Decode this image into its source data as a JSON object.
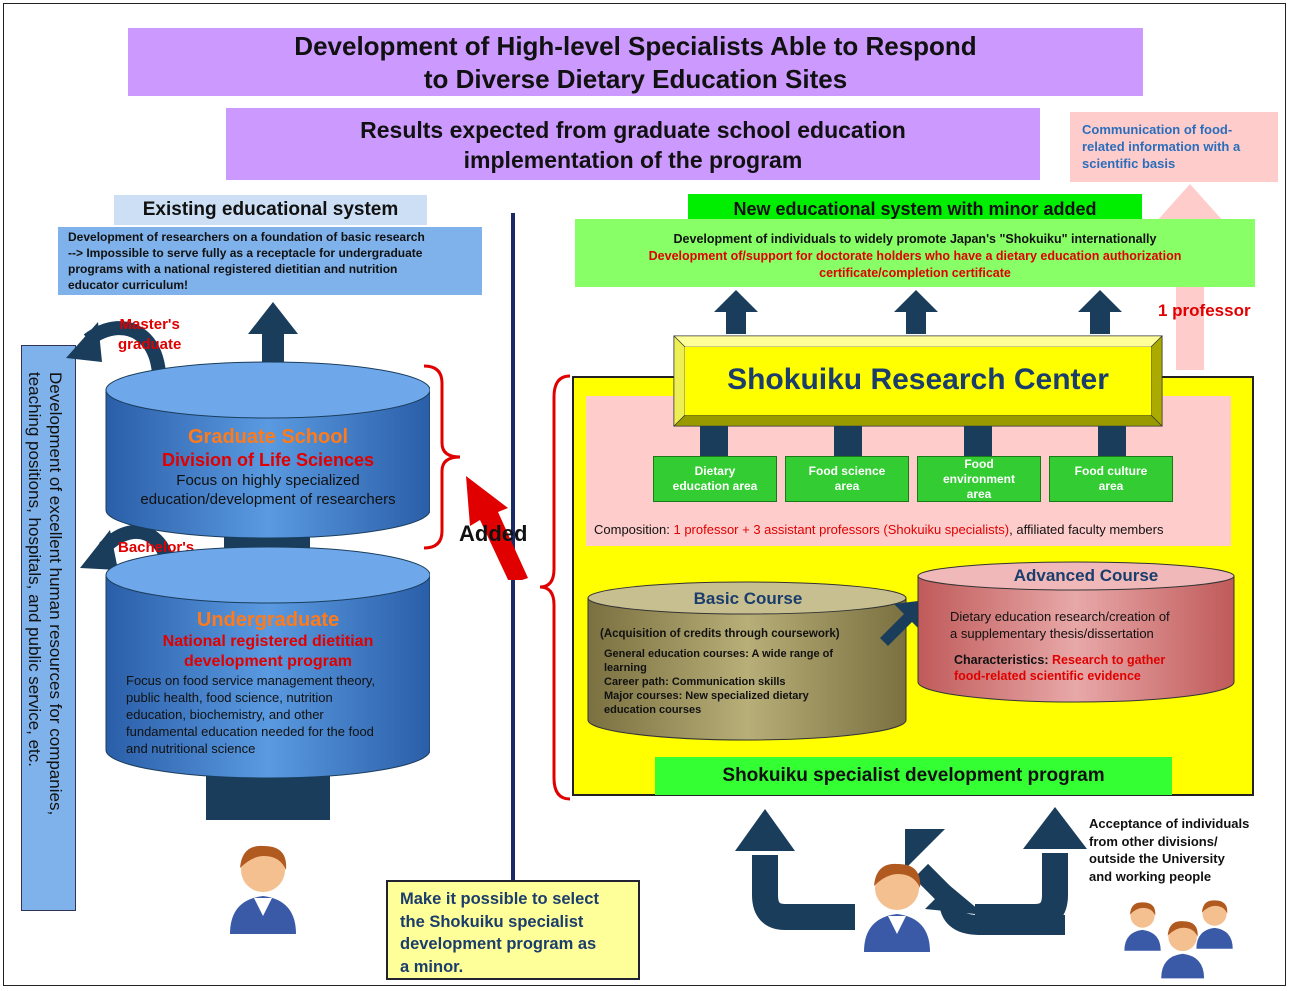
{
  "top_banner": {
    "line1": "Development of High-level Specialists Able to Respond",
    "line2": "to Diverse Dietary Education Sites"
  },
  "results_banner": {
    "line1": "Results expected from graduate school education",
    "line2": "implementation of the program"
  },
  "communication_box": {
    "line1": "Communication of food-",
    "line2": "related information with a",
    "line3": "scientific basis"
  },
  "existing": {
    "header": "Existing educational system",
    "desc_line1": "Development of researchers on a foundation of basic research",
    "desc_line2": "--> Impossible to serve fully as a receptacle for undergraduate",
    "desc_line3": "programs with a national registered dietitian and nutrition",
    "desc_line4": "educator curriculum!"
  },
  "new_system": {
    "header": "New educational system with minor added",
    "line1": "Development of individuals to widely promote Japan's \"Shokuiku\" internationally",
    "line2": "Development of/support for doctorate holders who have a dietary education authorization",
    "line3": "certificate/completion certificate"
  },
  "one_professor": "1 professor",
  "masters_graduate": {
    "line1": "Master's",
    "line2": "graduate"
  },
  "bachelors_graduate": {
    "line1": "Bachelor's",
    "line2": "graduate"
  },
  "graduate_school": {
    "title": "Graduate School",
    "subtitle": "Division of Life Sciences",
    "desc_line1": "Focus on highly specialized",
    "desc_line2": "education/development of researchers"
  },
  "undergraduate": {
    "title": "Undergraduate",
    "subtitle_line1": "National registered dietitian",
    "subtitle_line2": "development program",
    "desc_line1": "Focus on food service management theory,",
    "desc_line2": "public health, food science, nutrition",
    "desc_line3": "education, biochemistry, and other",
    "desc_line4": "fundamental education needed for the food",
    "desc_line5": "and nutritional science"
  },
  "side_text": {
    "line1": "Development of excellent human resources for companies,",
    "line2": "teaching positions, hospitals, and public service, etc."
  },
  "added_label": "Added",
  "research_center": "Shokuiku Research Center",
  "areas": [
    {
      "line1": "Dietary",
      "line2": "education area",
      "line3": ""
    },
    {
      "line1": "Food science",
      "line2": "area",
      "line3": ""
    },
    {
      "line1": "Food",
      "line2": "environment",
      "line3": "area"
    },
    {
      "line1": "Food culture",
      "line2": "area",
      "line3": ""
    }
  ],
  "composition": {
    "label": "Composition: ",
    "highlight": "1 professor + 3 assistant professors (Shokuiku specialists)",
    "rest": ", affiliated faculty members"
  },
  "basic_course": {
    "title": "Basic Course",
    "sub": "(Acquisition of credits through coursework)",
    "item1_line1": "General education courses: A wide range of",
    "item1_line2": "learning",
    "item2": "Career path: Communication skills",
    "item3_line1": "Major courses: New specialized dietary",
    "item3_line2": "education courses"
  },
  "advanced_course": {
    "title": "Advanced Course",
    "desc_line1": "Dietary education research/creation of",
    "desc_line2": "a supplementary thesis/dissertation",
    "char_label": "Characteristics: ",
    "char_value_line1": "Research to gather",
    "char_value_line2": "food-related scientific evidence"
  },
  "program_bar": "Shokuiku specialist development program",
  "acceptance": {
    "line1": "Acceptance of individuals",
    "line2": "from other divisions/",
    "line3": "outside the University",
    "line4": "and working people"
  },
  "minor_note": {
    "line1": "Make it possible to select",
    "line2": "the Shokuiku specialist",
    "line3": "development program as",
    "line4": "a minor."
  },
  "colors": {
    "purple": "#cc99ff",
    "pink": "#ffcccc",
    "yellow": "#ffff00",
    "green": "#33ff33",
    "navy": "#1a3d5c",
    "cylinder_blue": "#3a78c8",
    "red": "#e00000"
  },
  "icons": [
    "person-icon",
    "group-icon",
    "up-arrow-icon",
    "curved-arrow-icon"
  ]
}
